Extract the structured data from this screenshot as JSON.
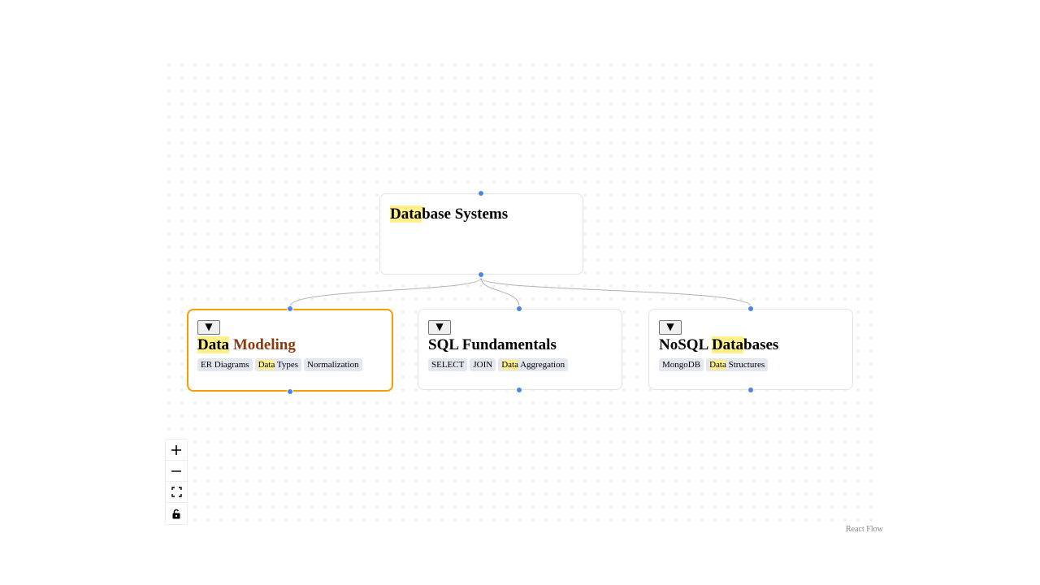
{
  "root_node": {
    "title_highlight": "Data",
    "title_rest": "base Systems"
  },
  "child_nodes": [
    {
      "toggle_label": "▼",
      "title_highlight": "Data",
      "title_rest": "Modeling",
      "selected": true,
      "tags": [
        {
          "highlight": "",
          "text": "ER Diagrams"
        },
        {
          "highlight": "Data",
          "text": "Types"
        },
        {
          "highlight": "",
          "text": "Normalization"
        }
      ]
    },
    {
      "toggle_label": "▼",
      "title_prefix": "SQL Fundamentals",
      "tags": [
        {
          "highlight": "",
          "text": "SELECT"
        },
        {
          "highlight": "",
          "text": "JOIN"
        },
        {
          "highlight": "Data",
          "text": "Aggregation"
        }
      ]
    },
    {
      "toggle_label": "▼",
      "title_prefix": "NoSQL",
      "title_highlight": "Data",
      "title_rest": "bases",
      "tags": [
        {
          "highlight": "",
          "text": "MongoDB"
        },
        {
          "highlight": "Data",
          "text": "Structures"
        }
      ]
    }
  ],
  "controls": {
    "zoom_in": "plus-icon",
    "zoom_out": "minus-icon",
    "fit_view": "fit-view-icon",
    "lock": "lock-icon"
  },
  "attribution": "React Flow",
  "colors": {
    "highlight": "#fff08a",
    "selected_border": "#f5a000",
    "handle": "#4a86e8",
    "tag_bg": "#e3e8f0",
    "modeling_title": "#8b3a10"
  }
}
